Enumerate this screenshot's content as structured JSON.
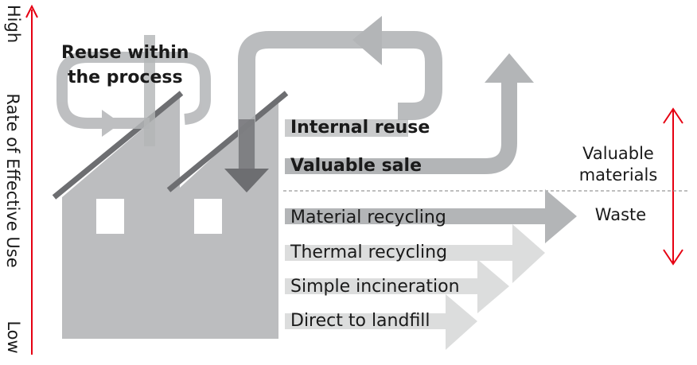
{
  "axis": {
    "high": "High",
    "title": "Rate of Effective Use",
    "low": "Low",
    "arrow_color": "#e60012"
  },
  "labels": {
    "reuse_within": "Reuse within",
    "the_process": "the process",
    "internal_reuse": "Internal reuse",
    "valuable_sale": "Valuable sale",
    "material_recycling": "Material recycling",
    "thermal_recycling": "Thermal recycling",
    "simple_incineration": "Simple incineration",
    "direct_to_landfill": "Direct to landfill"
  },
  "legend": {
    "valuable_line1": "Valuable",
    "valuable_line2": "materials",
    "waste": "Waste"
  },
  "colors": {
    "factory": "#bcbdbf",
    "flow": "#b3b5b7",
    "flow_dark": "#6d6e71",
    "light_arrow": "#dcdddd"
  }
}
